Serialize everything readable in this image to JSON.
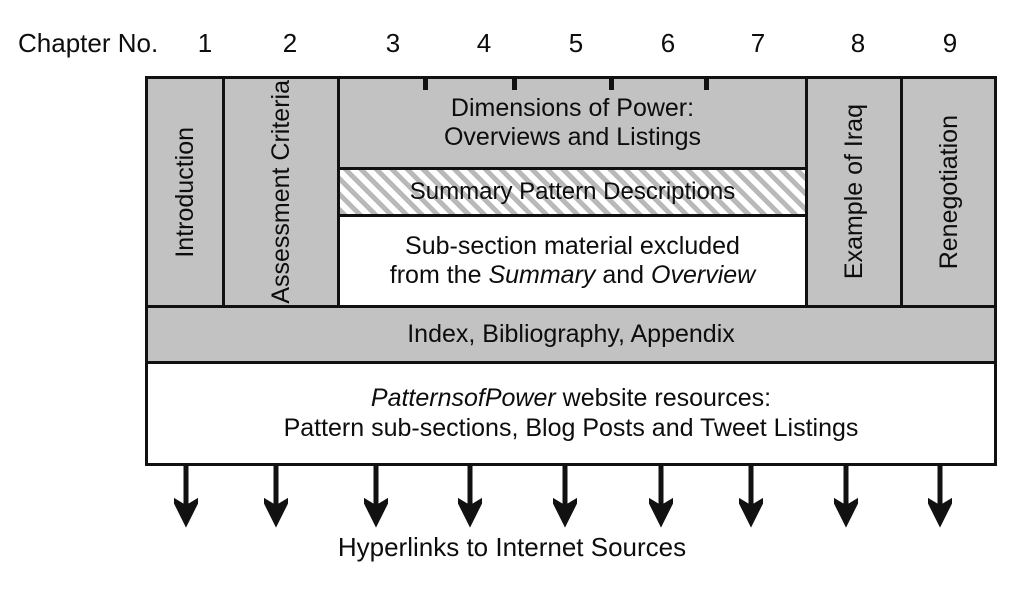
{
  "header": {
    "label": "Chapter No.",
    "numbers": [
      "1",
      "2",
      "3",
      "4",
      "5",
      "6",
      "7",
      "8",
      "9"
    ]
  },
  "colors": {
    "fill_gray": "#C2C2C2",
    "fill_white": "#FFFFFF",
    "stroke": "#111111",
    "hatch_stripe": "#B9B9B9"
  },
  "diagram": {
    "columns": [
      {
        "chapter": "1",
        "label": "Introduction",
        "orientation": "vertical",
        "fill": "gray"
      },
      {
        "chapter": "2",
        "label": "Assessment Criteria",
        "orientation": "vertical",
        "fill": "gray"
      },
      {
        "chapter": "8",
        "label": "Example of Iraq",
        "orientation": "vertical",
        "fill": "gray"
      },
      {
        "chapter": "9",
        "label": "Renegotiation",
        "orientation": "vertical",
        "fill": "gray"
      }
    ],
    "merged_middle": {
      "chapters": "3-7",
      "top_cell": {
        "line1": "Dimensions of Power:",
        "line2": "Overviews and Listings",
        "fill": "gray"
      },
      "middle_cell": {
        "text": "Summary Pattern Descriptions",
        "fill": "hatched"
      },
      "bottom_cell": {
        "line1": "Sub-section material excluded",
        "line2_pre": "from the ",
        "line2_italic1": "Summary",
        "line2_mid": " and ",
        "line2_italic2": "Overview",
        "fill": "white"
      }
    },
    "index_row": {
      "text": "Index, Bibliography, Appendix",
      "fill": "gray"
    },
    "website_row": {
      "line1_italic": "PatternsofPower",
      "line1_rest": " website resources:",
      "line2": "Pattern sub-sections, Blog Posts and Tweet Listings",
      "fill": "white"
    }
  },
  "arrows": {
    "count": 9,
    "direction": "down",
    "caption": "Hyperlinks to Internet Sources"
  }
}
